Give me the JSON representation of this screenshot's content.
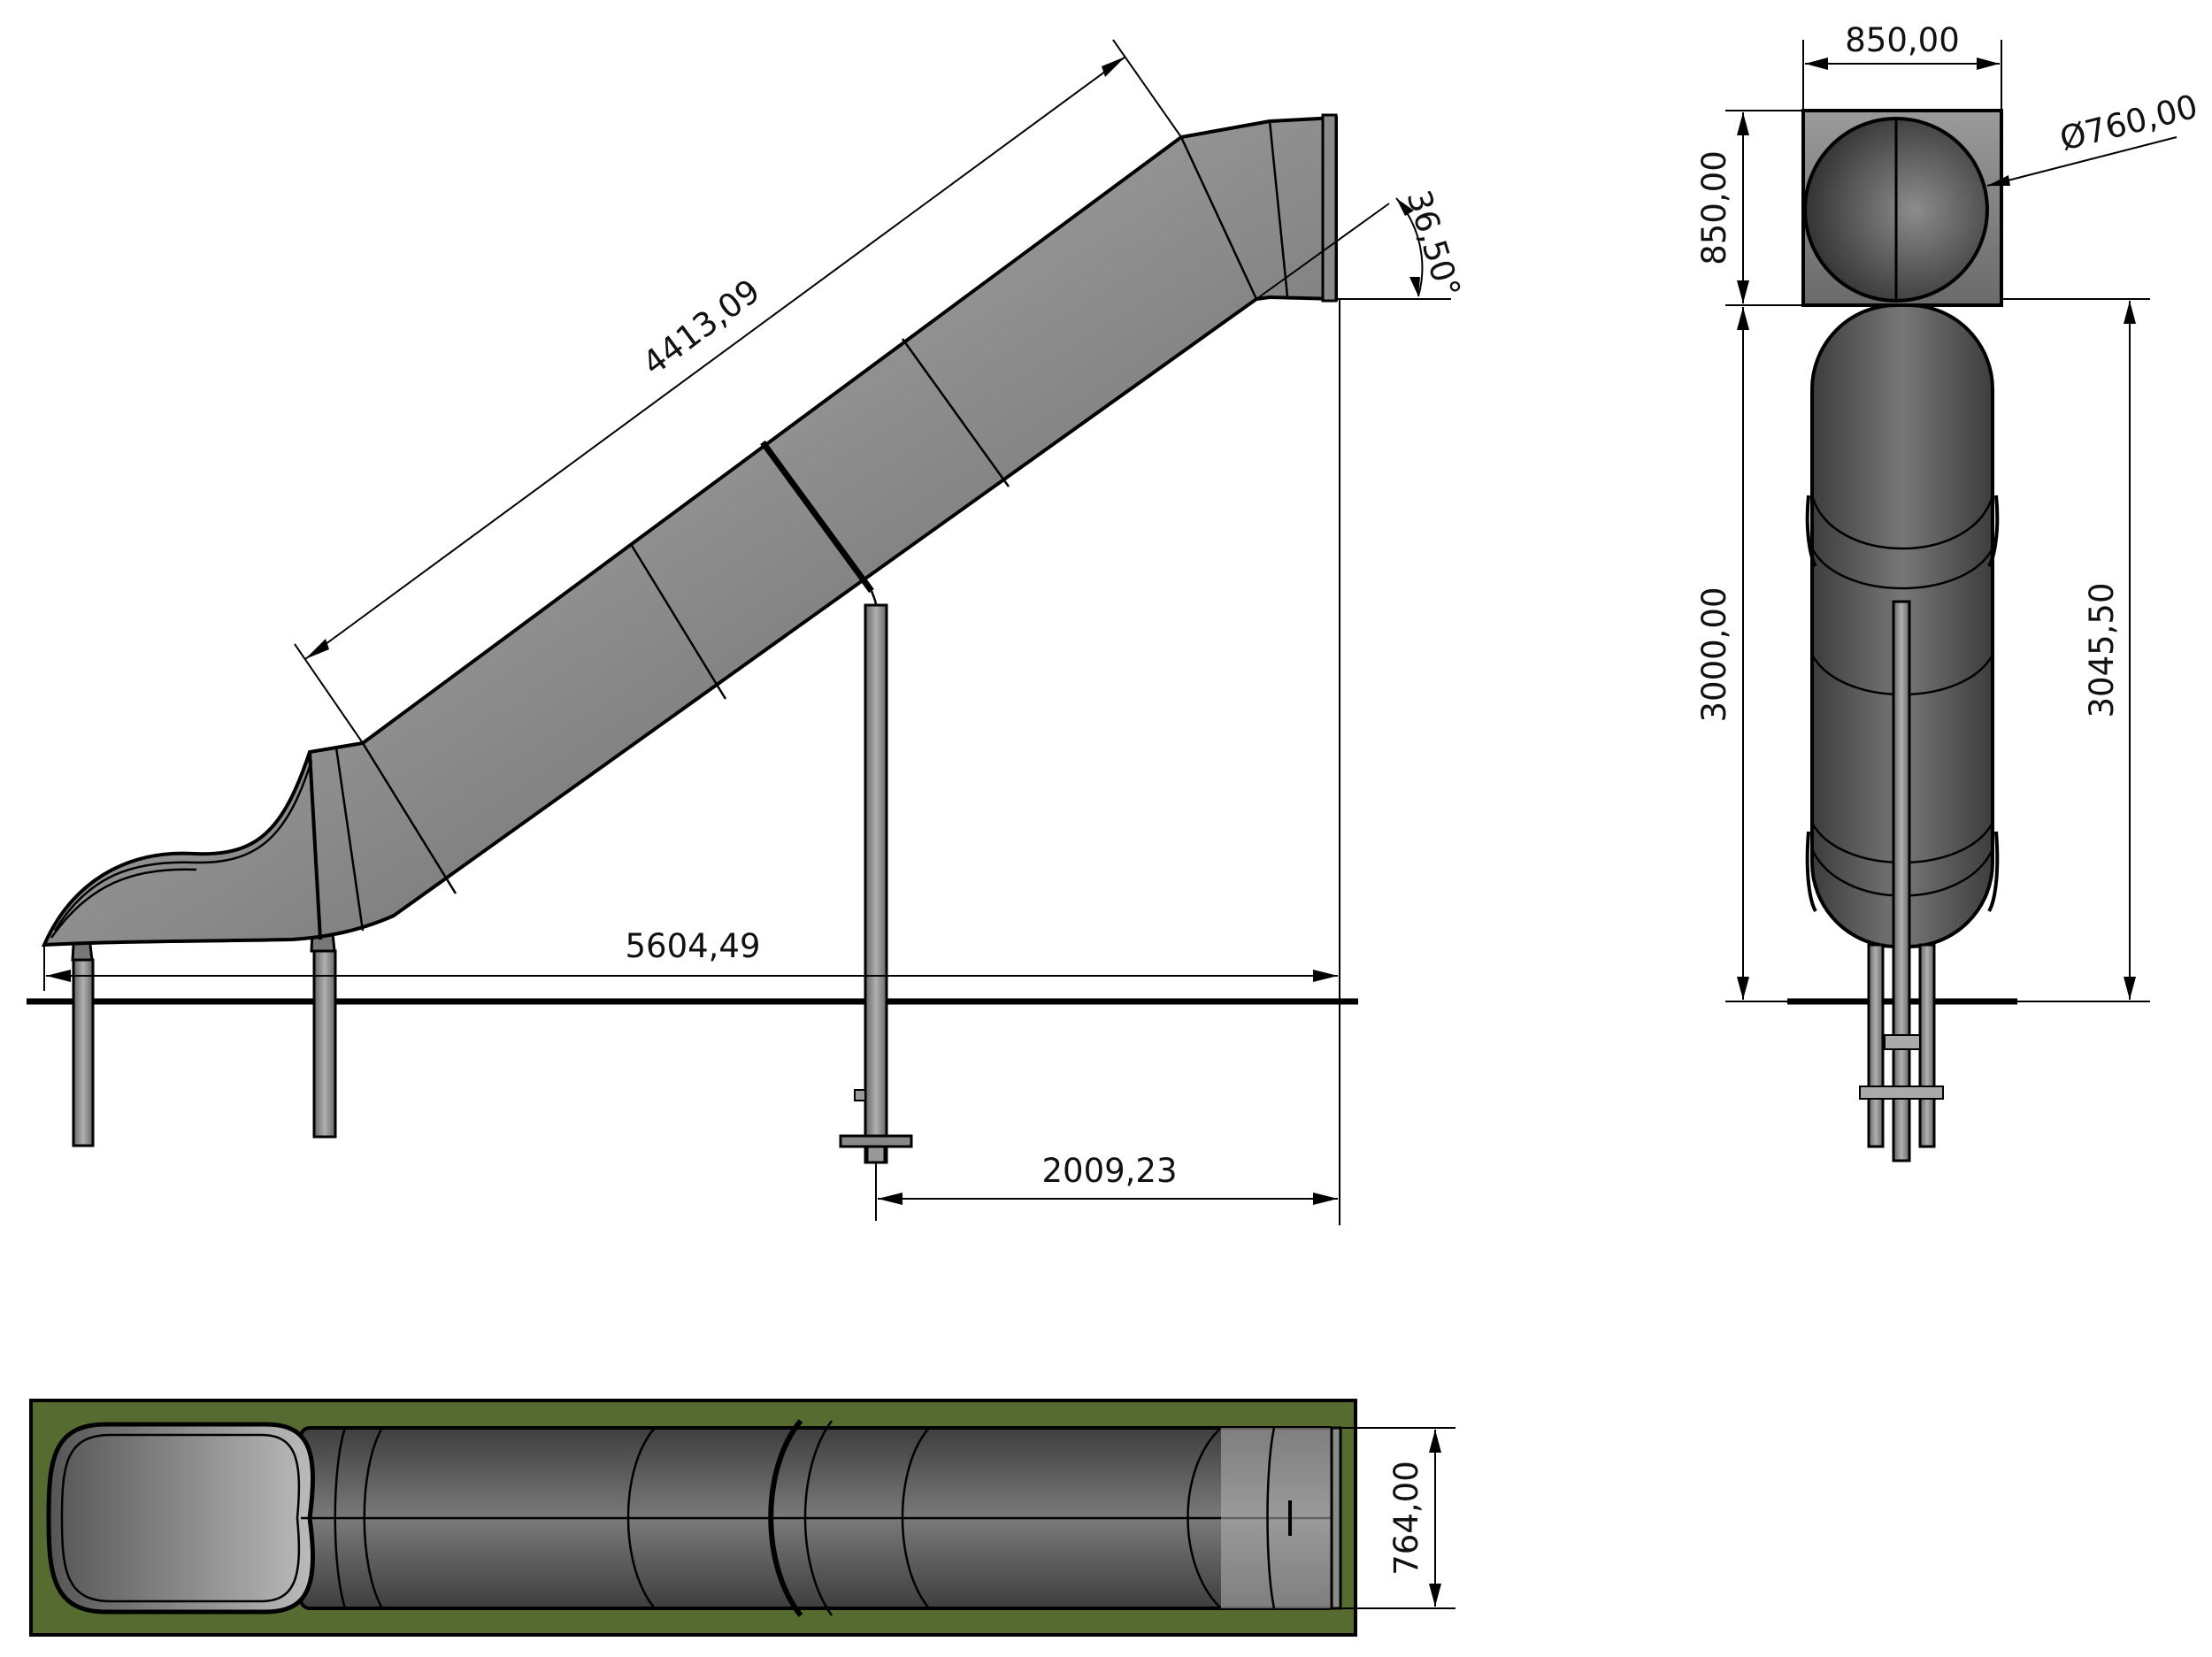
{
  "dimensions": {
    "slide_length": "4413,09",
    "exit_angle": "36,50°",
    "overall_length": "5604,49",
    "support_offset": "2009,23",
    "platform_width": "850,00",
    "platform_depth": "850,00",
    "tube_diameter": "Ø760,00",
    "fall_height": "3000,00",
    "total_height": "3045,50",
    "plan_width": "764,00"
  },
  "colors": {
    "tube_light": "#a9a9a9",
    "tube_mid": "#8a8a8a",
    "tube_dark": "#4a4a4a",
    "plan_background": "#556b2f",
    "line": "#000000"
  }
}
